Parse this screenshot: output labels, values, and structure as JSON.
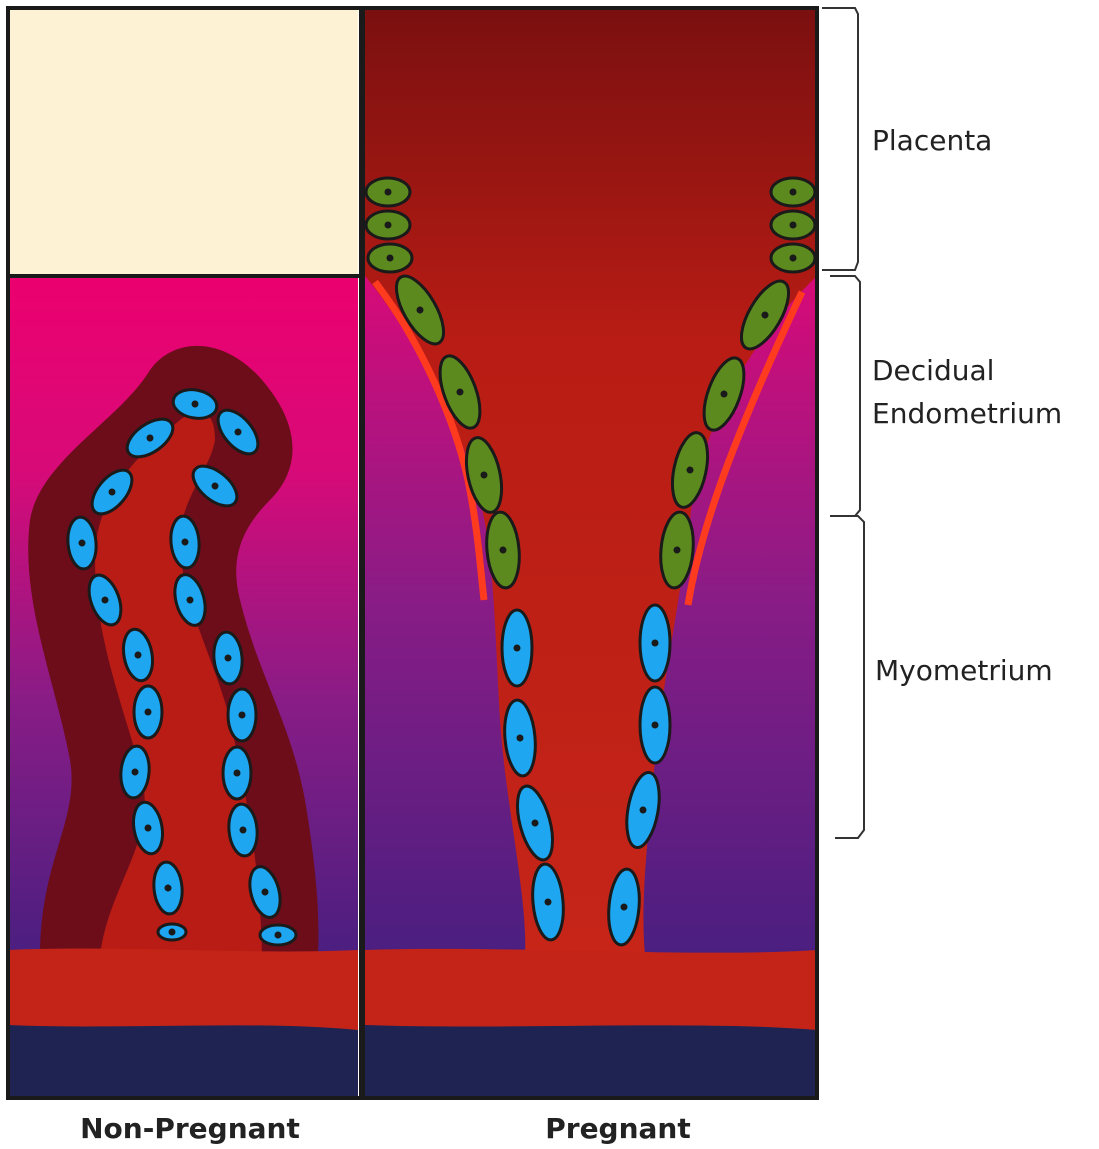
{
  "labels": {
    "placenta": "Placenta",
    "decidua_line1": "Decidual",
    "decidua_line2": "Endometrium",
    "myometrium": "Myometrium",
    "non_pregnant": "Non-Pregnant",
    "pregnant": "Pregnant"
  },
  "colors": {
    "placenta_block": "#fdf2d3",
    "decidua_top": "#ec006f",
    "myometrium_bottom": "#5a1f86",
    "artery_wall": "#6d0d1a",
    "blood": "#c22318",
    "base_vessel": "#1e2352",
    "endothelial_cell": "#1ea7f0",
    "trophoblast_cell": "#5c8a1f",
    "fibrinoid_line": "#ff3b1f",
    "outline": "#1a1a1a"
  }
}
